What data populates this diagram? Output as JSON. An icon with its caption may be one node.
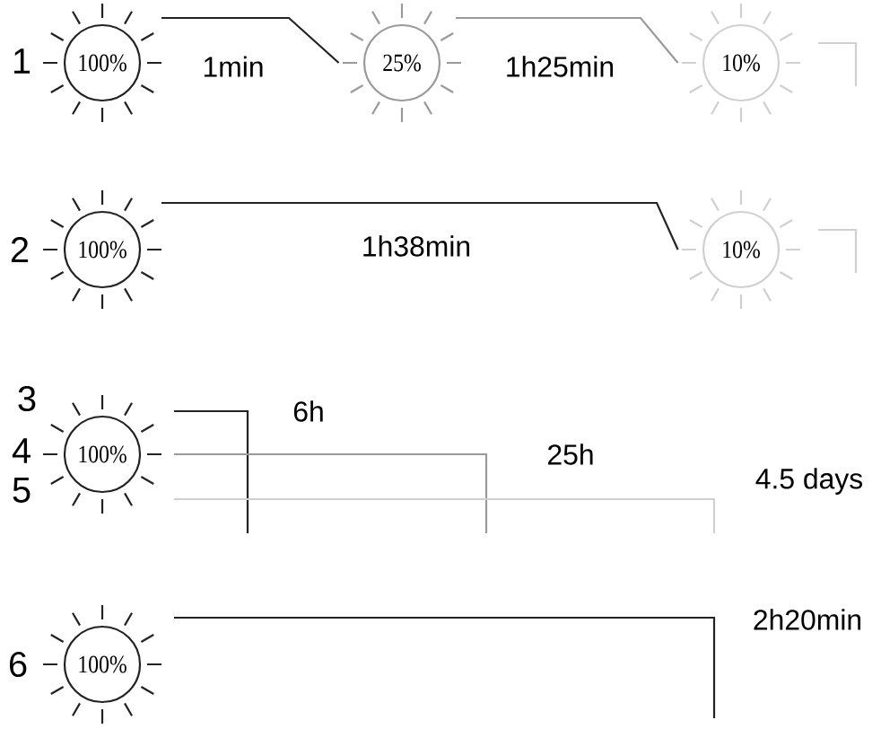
{
  "diagram": {
    "nodes": [
      {
        "text": [
          "100%"
        ],
        "beside": [
          "1"
        ]
      },
      {
        "text": [
          "25%"
        ]
      },
      {
        "text": [
          "10%"
        ]
      },
      {
        "text": [
          "100%"
        ],
        "beside": [
          "2"
        ]
      },
      {
        "text": [
          "10%"
        ]
      },
      {
        "text": [
          "100%"
        ],
        "beside": [
          "3",
          "4",
          "5"
        ]
      },
      {
        "text": [
          "100%"
        ],
        "beside": [
          "6"
        ]
      }
    ],
    "edges": [
      {
        "from": 0,
        "to": 1,
        "arrow": "none",
        "label": "1min"
      },
      {
        "from": 1,
        "to": 2,
        "arrow": "none",
        "label": "1h25min",
        "color": "#9a9a9a"
      },
      {
        "from": 2,
        "to": null,
        "arrow": "none",
        "color": "#d0d0d0"
      },
      {
        "from": 3,
        "to": 4,
        "arrow": "none",
        "label": "1h38min"
      },
      {
        "from": 4,
        "to": null,
        "arrow": "none",
        "color": "#d0d0d0"
      },
      {
        "from": 5,
        "to": null,
        "arrow": "none",
        "label": "6h"
      },
      {
        "from": 5,
        "to": null,
        "arrow": "none",
        "label": "25h",
        "color": "#9a9a9a"
      },
      {
        "from": 5,
        "to": null,
        "arrow": "none",
        "label": "4.5 days",
        "color": "#d0d0d0"
      },
      {
        "from": 6,
        "to": null,
        "arrow": "none",
        "label": "2h20min"
      }
    ]
  }
}
